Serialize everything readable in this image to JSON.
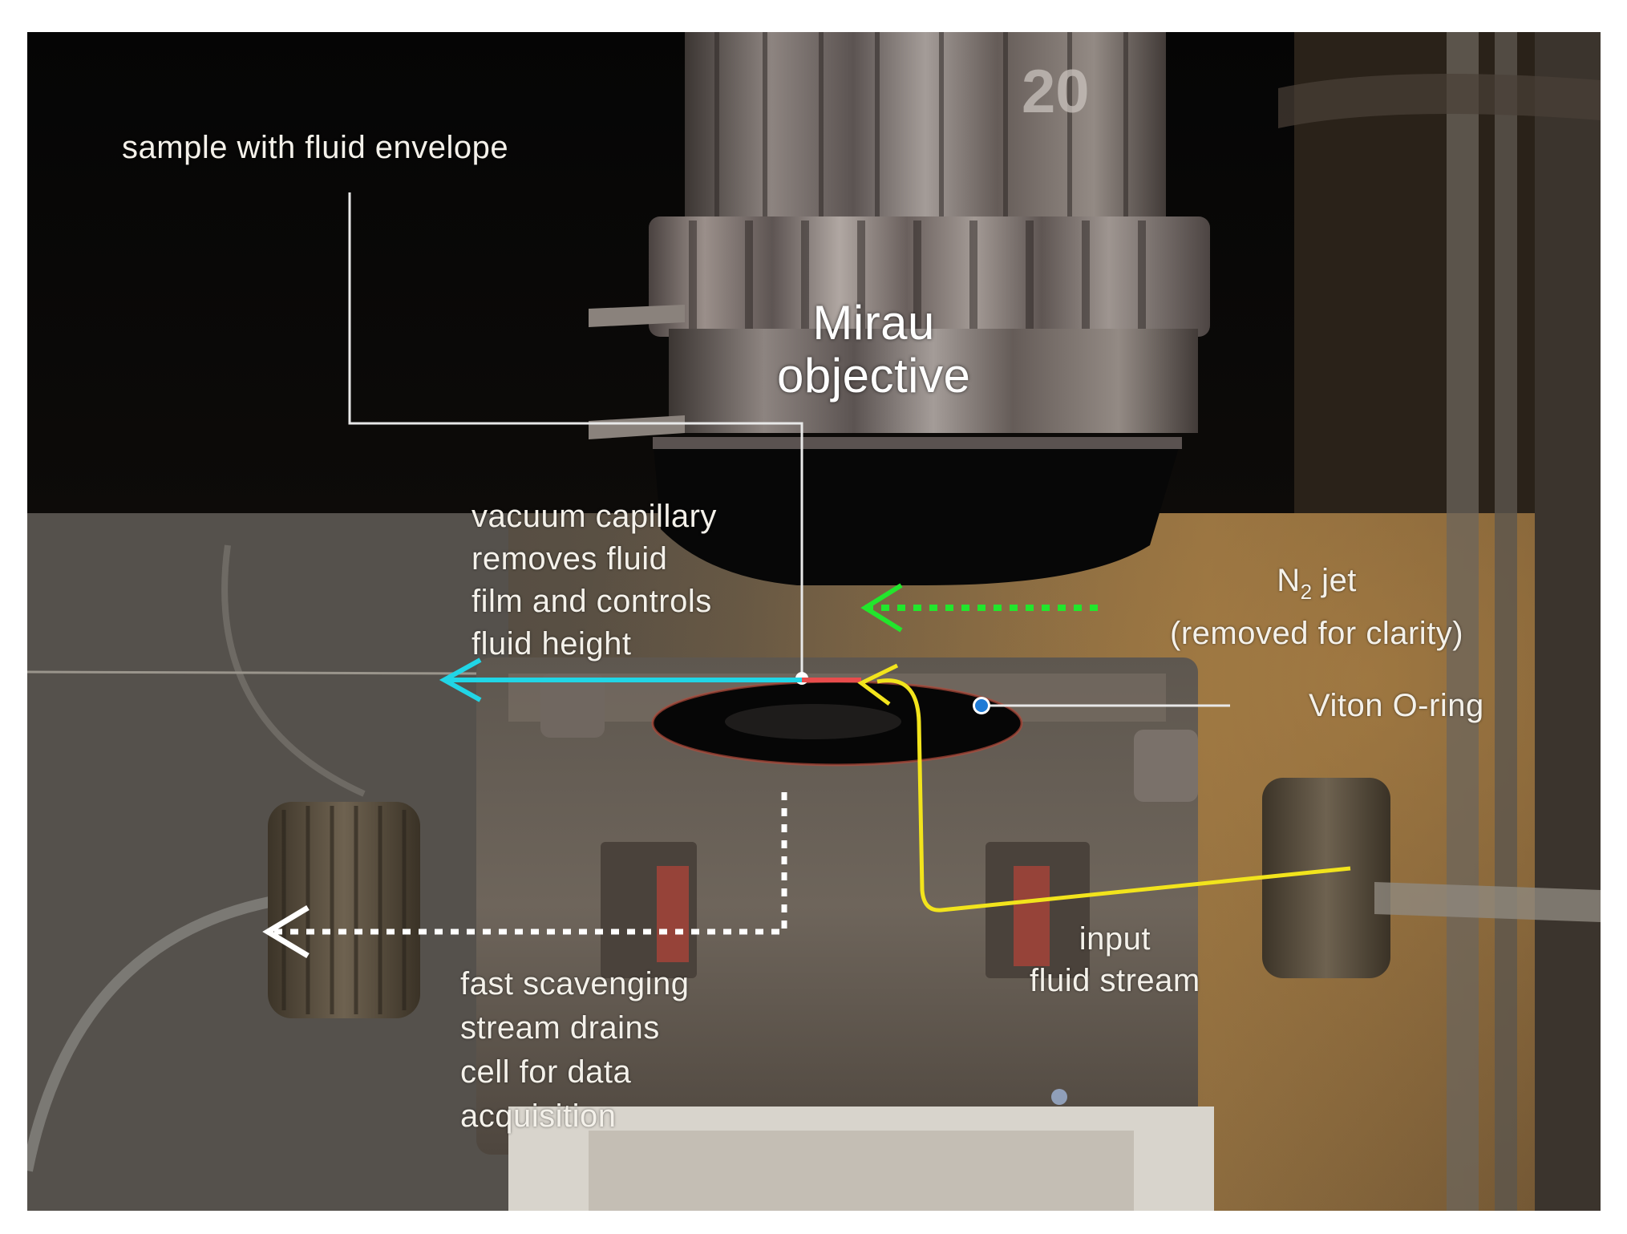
{
  "labels": {
    "sample": "sample with fluid envelope",
    "objective": [
      "Mirau",
      "objective"
    ],
    "vacuum": [
      "vacuum capillary",
      "removes fluid",
      "film and controls",
      "fluid height"
    ],
    "n2_pre": "N",
    "n2_sub": "2",
    "n2_post": " jet",
    "n2_line2": "(removed for clarity)",
    "oring": "Viton O-ring",
    "input": [
      "input",
      "fluid stream"
    ],
    "scavenge": [
      "fast scavenging",
      "stream drains",
      "cell for data",
      "acquisition"
    ],
    "lens_marking": "20"
  },
  "colors": {
    "vacuum_arrow": "#21d6e6",
    "n2_arrow": "#22e62c",
    "input_stream": "#f2e41c",
    "scavenge_arrow": "#ffffff",
    "oring_dot": "#1f7bd6",
    "leader_line": "#e8e8e8",
    "capillary_tip": "#e84c4c"
  }
}
